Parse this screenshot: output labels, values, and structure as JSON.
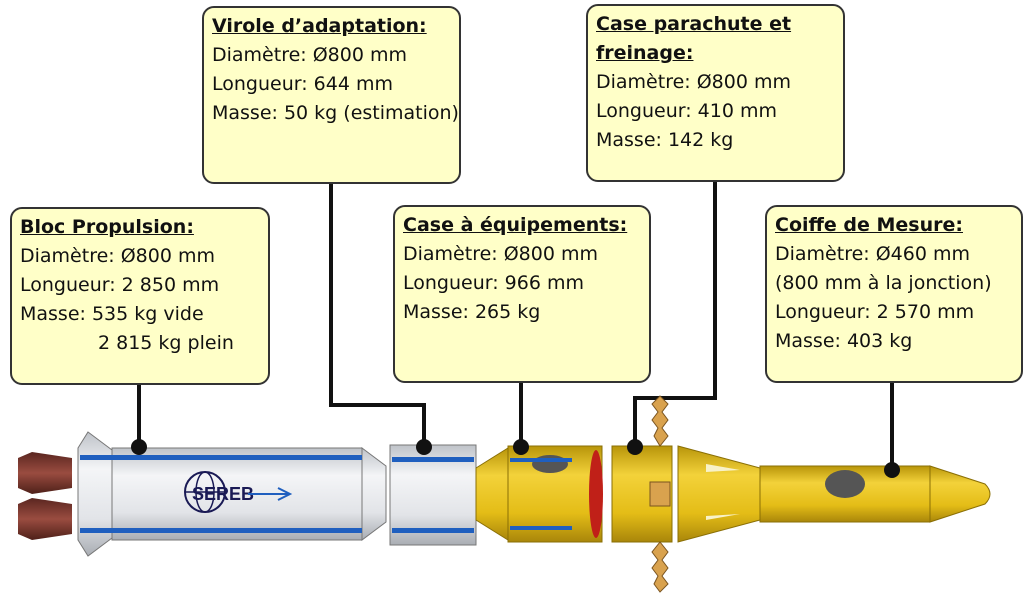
{
  "colors": {
    "callout_fill": "#ffffc8",
    "callout_border": "#333333",
    "leader": "#111111",
    "body_white": "#e9ebee",
    "body_yellow": "#e8c21a",
    "stripe_blue": "#1f5fbf",
    "nozzle": "#7a3a30",
    "window_grey": "#555555",
    "seal_red": "#c02018"
  },
  "logo": {
    "text": "SEREB"
  },
  "callouts": {
    "propulsion": {
      "title": "Bloc Propulsion:",
      "lines": [
        "Diamètre: Ø800 mm",
        "Longueur: 2 850 mm",
        "Masse: 535 kg vide",
        "2 815 kg plein"
      ]
    },
    "virole": {
      "title": "Virole d’adaptation:",
      "lines": [
        "Diamètre: Ø800 mm",
        "Longueur: 644 mm",
        "Masse: 50 kg (estimation)"
      ]
    },
    "equipements": {
      "title": "Case à équipements:",
      "lines": [
        "Diamètre: Ø800 mm",
        "Longueur: 966 mm",
        "Masse: 265 kg"
      ]
    },
    "parachute": {
      "title_lines": [
        "Case parachute et",
        "freinage:"
      ],
      "lines": [
        "Diamètre: Ø800 mm",
        "Longueur: 410 mm",
        "Masse: 142 kg"
      ]
    },
    "coiffe": {
      "title": "Coiffe de Mesure:",
      "lines": [
        "Diamètre: Ø460 mm",
        "(800 mm à la jonction)",
        "Longueur: 2 570 mm",
        "Masse: 403 kg"
      ]
    }
  }
}
